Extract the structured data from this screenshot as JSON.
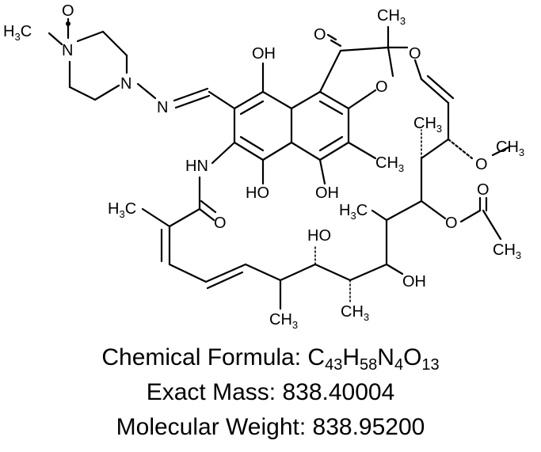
{
  "atom_labels": {
    "h3c_n_methyl": "H3C",
    "n_oxide_n": "N",
    "n_oxide_o": "O",
    "piperazine_n2": "N",
    "hydrazone_n": "N",
    "oh_c1": "OH",
    "lactone_carbonyl_o": "O",
    "ch3_c2": "CH3",
    "ring_o_top": "O",
    "furan_o": "O",
    "ch3_arom": "CH3",
    "ch3_side": "CH3",
    "methoxy_o": "O",
    "methoxy_ch3": "CH3",
    "nh": "HN",
    "oh_c8": "HO",
    "oh_c4": "OH",
    "h3c_mid": "H3C",
    "acetoxy_o": "O",
    "acetyl_o": "O",
    "acetyl_ch3": "CH3",
    "h3c_amide": "H3C",
    "amide_o": "O",
    "ho_top": "HO",
    "oh_bottom": "OH",
    "ch3_bottom_left": "CH3",
    "ch3_bottom_mid": "CH3"
  },
  "caption": {
    "formula_prefix": "Chemical Formula: ",
    "formula_parts": [
      {
        "text": "C",
        "sub": "43"
      },
      {
        "text": "H",
        "sub": "58"
      },
      {
        "text": "N",
        "sub": "4"
      },
      {
        "text": "O",
        "sub": "13"
      }
    ],
    "exact_mass": "Exact Mass: 838.40004",
    "molecular_weight": "Molecular Weight: 838.95200"
  }
}
